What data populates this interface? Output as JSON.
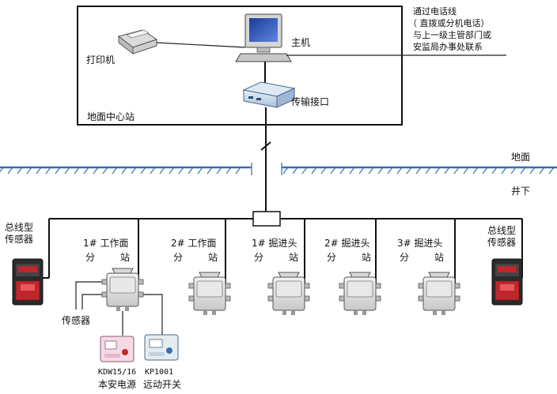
{
  "center": {
    "label": "地面中心站",
    "printer": "打印机",
    "host": "主机",
    "interface": "传输接口",
    "note": [
      "通过电话线",
      "（ 直拨或分机电话）",
      "与上一级主管部门或",
      "安监局办事处联系"
    ]
  },
  "levels": {
    "ground": "地面",
    "underground": "井下"
  },
  "stations": [
    {
      "line1": "1# 工作面",
      "line2a": "分",
      "line2b": "站"
    },
    {
      "line1": "2# 工作面",
      "line2a": "分",
      "line2b": "站"
    },
    {
      "line1": "1# 掘进头",
      "line2a": "分",
      "line2b": "站"
    },
    {
      "line1": "2# 掘进头",
      "line2a": "分",
      "line2b": "站"
    },
    {
      "line1": "3# 掘进头",
      "line2a": "分",
      "line2b": "站"
    }
  ],
  "bus_sensors": {
    "left": [
      "总线型",
      "传感器"
    ],
    "right": [
      "总线型",
      "传感器"
    ]
  },
  "sensor_label": "传感器",
  "devices": [
    {
      "model": "KDW15/16",
      "name": "本安电源"
    },
    {
      "model": "KP1001",
      "name": "远动开关"
    }
  ],
  "colors": {
    "ground_line": "#3a6fb0",
    "sensor_red": "#c0272d"
  }
}
